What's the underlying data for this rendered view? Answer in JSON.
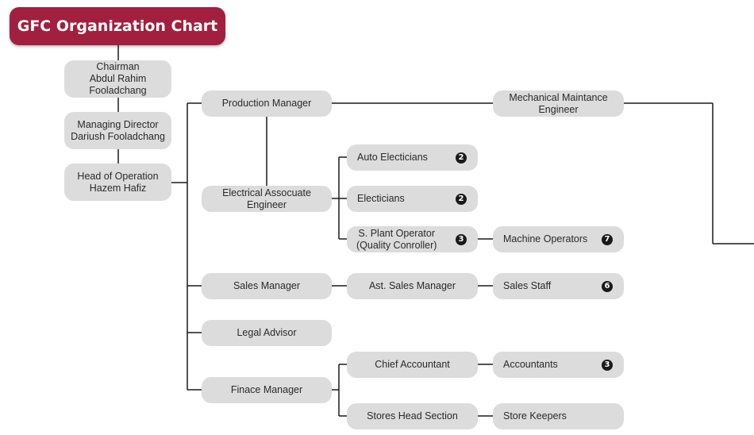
{
  "title": "GFC Organization Chart",
  "nodes": {
    "chairman": {
      "label": "Chairman\nAbdul Rahim\nFooladchang"
    },
    "managing_director": {
      "label": "Managing Director\nDariush Fooladchang"
    },
    "head_of_operation": {
      "label": "Head of Operation\nHazem Hafiz"
    },
    "production_manager": {
      "label": "Production Manager"
    },
    "mechanical_maintenance_engineer": {
      "label": "Mechanical Maintance\nEngineer"
    },
    "electrical_associate_engineer": {
      "label": "Electrical Assocuate\nEngineer"
    },
    "auto_electricians": {
      "label": "Auto Electicians",
      "count": "2"
    },
    "electricians": {
      "label": "Electicians",
      "count": "2"
    },
    "s_plant_operator": {
      "label": "S. Plant Operator\n(Quality Conroller)",
      "count": "3"
    },
    "machine_operators": {
      "label": "Machine Operators",
      "count": "7"
    },
    "sales_manager": {
      "label": "Sales Manager"
    },
    "ast_sales_manager": {
      "label": "Ast. Sales Manager"
    },
    "sales_staff": {
      "label": "Sales Staff",
      "count": "6"
    },
    "legal_advisor": {
      "label": "Legal Advisor"
    },
    "finance_manager": {
      "label": "Finace Manager"
    },
    "chief_accountant": {
      "label": "Chief Accountant"
    },
    "accountants": {
      "label": "Accountants",
      "count": "3"
    },
    "stores_head_section": {
      "label": "Stores Head Section"
    },
    "store_keepers": {
      "label": "Store Keepers"
    }
  },
  "colors": {
    "title_bg": "#a2203f",
    "node_bg": "#dcdcdc",
    "line": "#1a1a1a",
    "badge_bg": "#1a1a1a"
  }
}
